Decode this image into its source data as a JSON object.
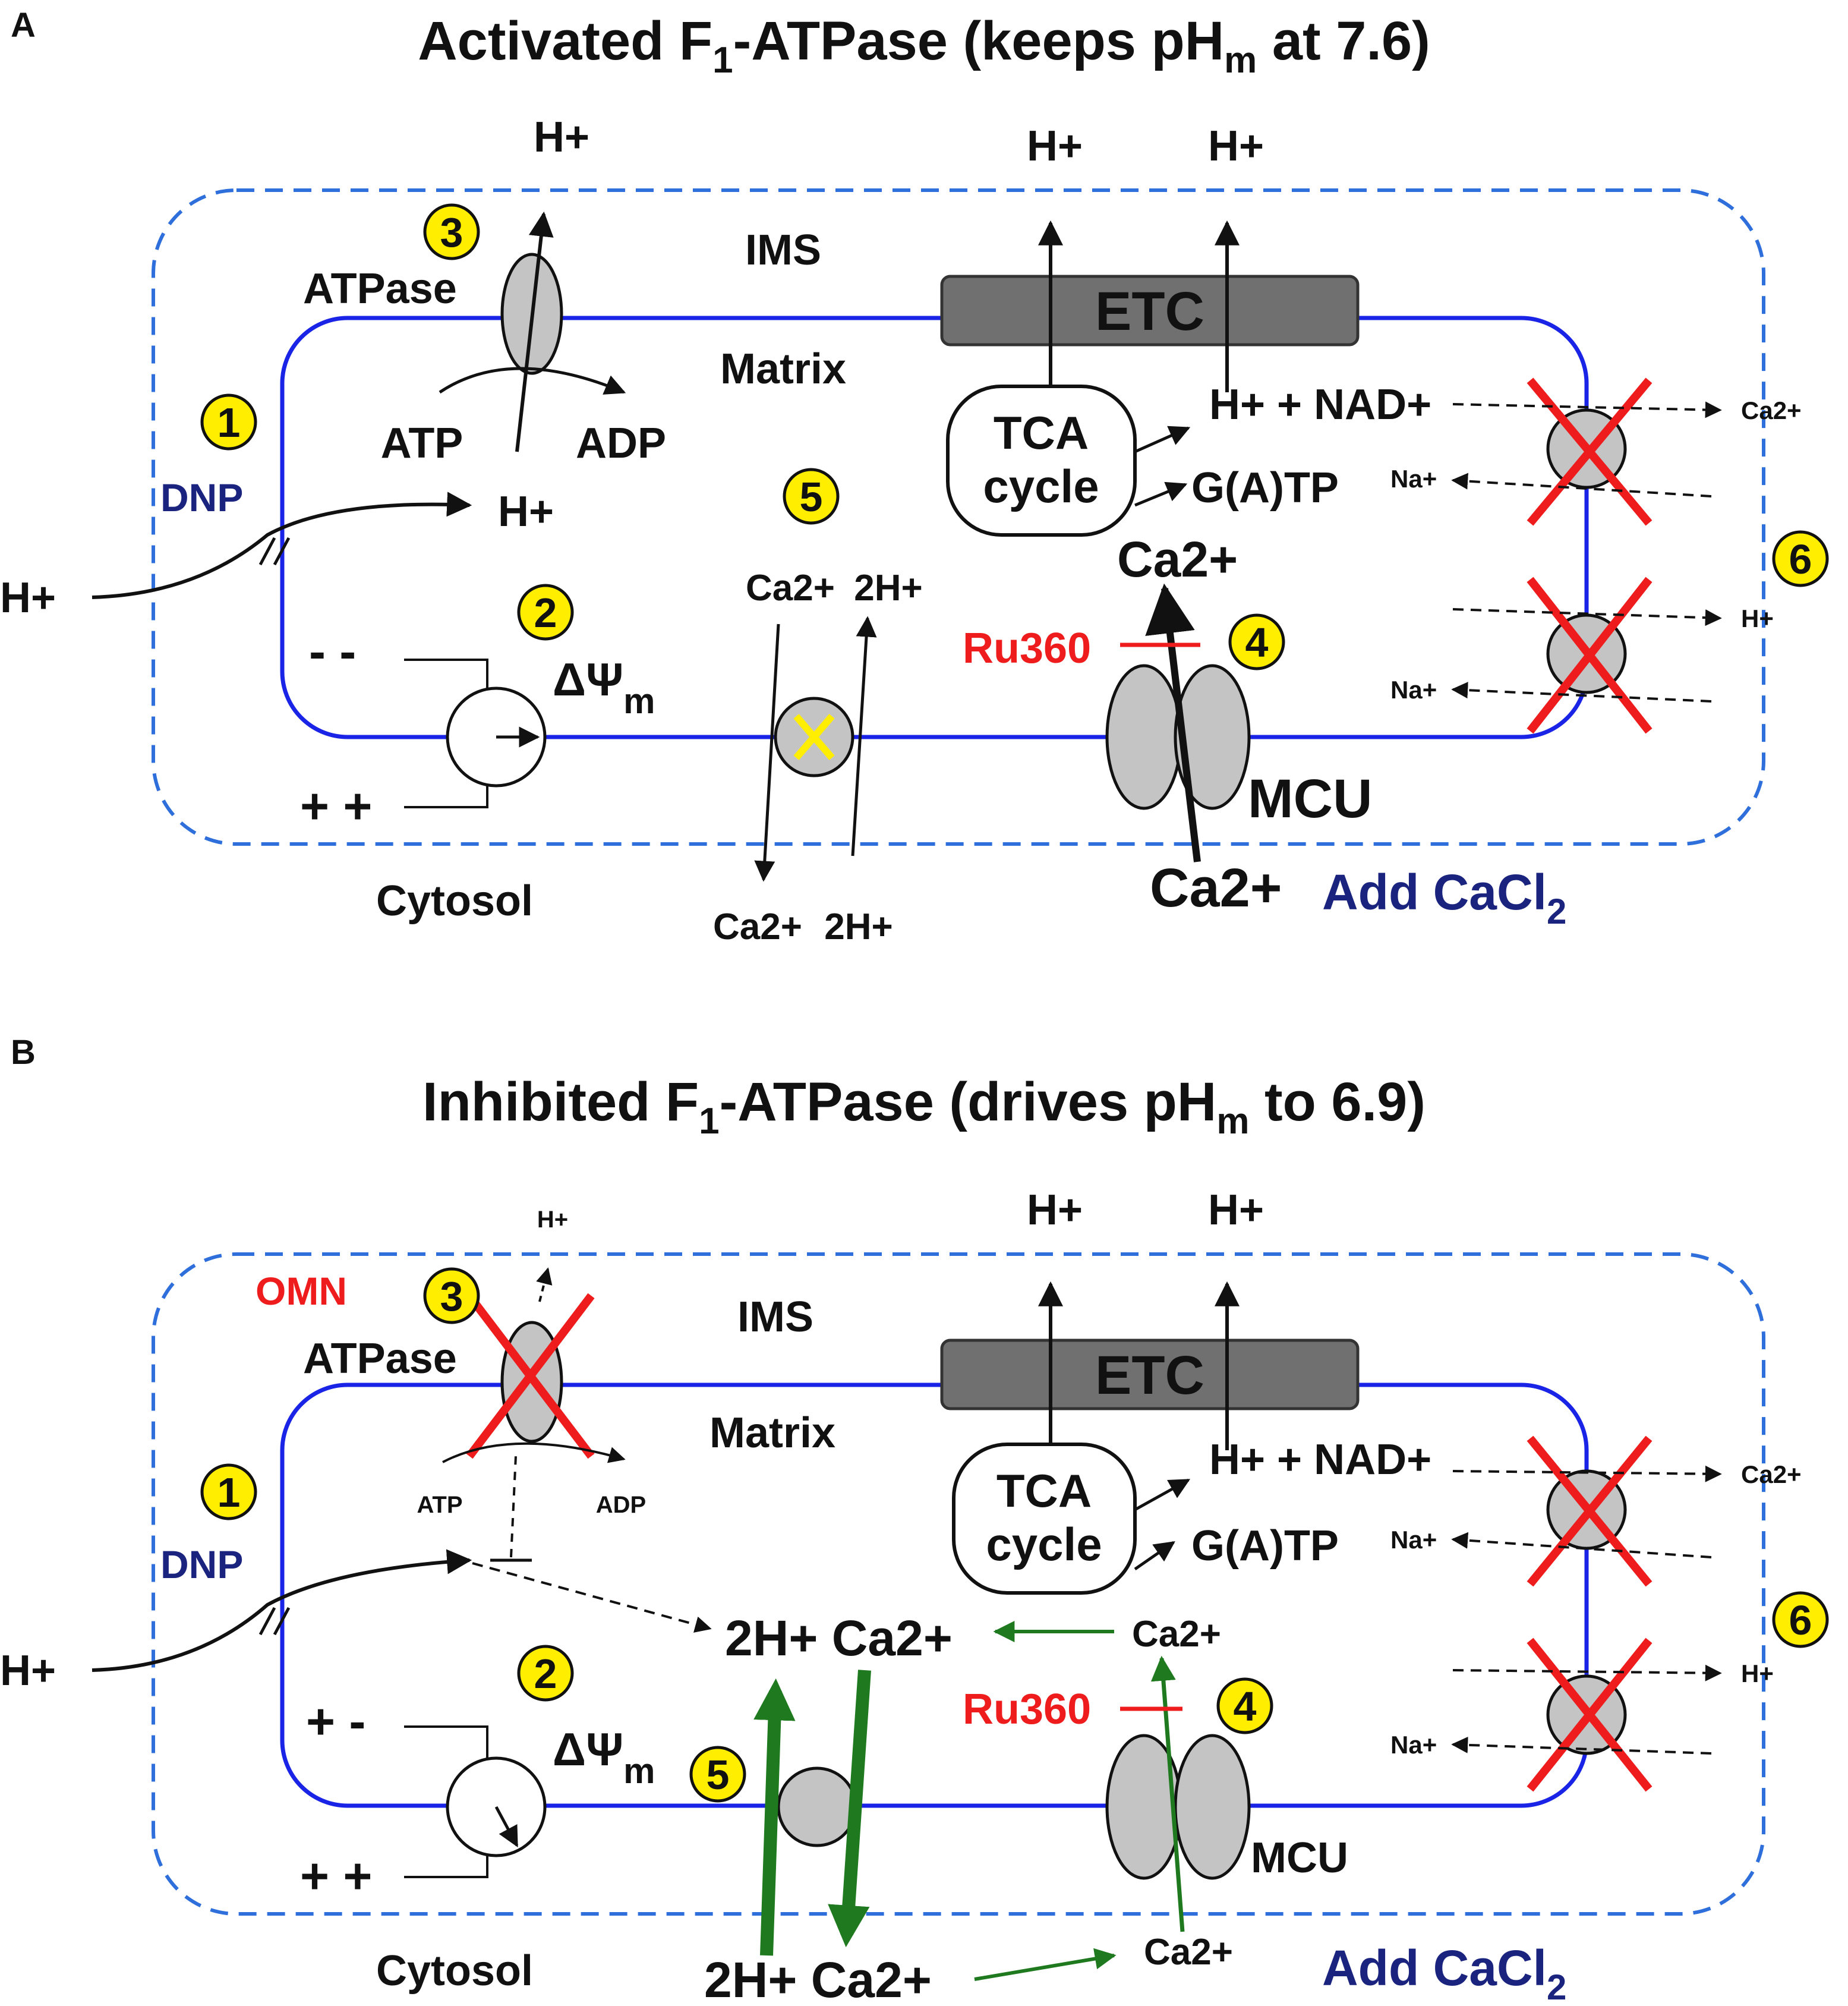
{
  "colors": {
    "membrane": "#1a24e6",
    "outer_dashed": "#2f6fdc",
    "red": "#ee1c1c",
    "navy": "#1a237e",
    "badge": "#ffee00",
    "green": "#1f7a1f",
    "gray_protein": "#c4c4c4",
    "etc_fill": "#707070"
  },
  "panel_a": {
    "letter": "A",
    "title_main": "Activated F",
    "title_sub1": "1",
    "title_mid": "-ATPase (keeps pH",
    "title_sub2": "m",
    "title_end": " at 7.6)",
    "ims": "IMS",
    "matrix": "Matrix",
    "cytosol": "Cytosol",
    "etc": "ETC",
    "atpase": "ATPase",
    "atp": "ATP",
    "adp": "ADP",
    "dnp": "DNP",
    "h_plus": "H+",
    "h_plus_top": "H+",
    "h_plus_etc1": "H+",
    "h_plus_etc2": "H+",
    "h_plus_matrix": "H+",
    "tca_line1": "TCA",
    "tca_line2": "cycle",
    "nadh": "H+ + NAD+",
    "gatp": "G(A)TP",
    "ca_right": "Ca2+",
    "na_right1": "Na+",
    "h_right": "H+",
    "na_right2": "Na+",
    "ru360": "Ru360",
    "mcu": "MCU",
    "ca_mcu_matrix": "Ca2+",
    "ca_mcu_cytosol": "Ca2+",
    "add_cacl2": "Add CaCl",
    "add_cacl2_sub": "2",
    "delta_psi": "ΔΨ",
    "delta_psi_sub": "m",
    "minus_signs": "- -",
    "plus_signs": "+ +",
    "exchanger_ca_top": "Ca2+",
    "exchanger_2h_top": "2H+",
    "exchanger_ca_bottom": "Ca2+",
    "exchanger_2h_bottom": "2H+",
    "badges": [
      "1",
      "2",
      "3",
      "4",
      "5",
      "6"
    ]
  },
  "panel_b": {
    "letter": "B",
    "title_main": "Inhibited F",
    "title_sub1": "1",
    "title_mid": "-ATPase (drives pH",
    "title_sub2": "m",
    "title_end": " to 6.9)",
    "ims": "IMS",
    "matrix": "Matrix",
    "cytosol": "Cytosol",
    "etc": "ETC",
    "atpase": "ATPase",
    "omn": "OMN",
    "atp": "ATP",
    "adp": "ADP",
    "dnp": "DNP",
    "h_plus": "H+",
    "h_plus_top": "H+",
    "h_plus_etc1": "H+",
    "h_plus_etc2": "H+",
    "tca_line1": "TCA",
    "tca_line2": "cycle",
    "nadh": "H+ + NAD+",
    "gatp": "G(A)TP",
    "ca_right": "Ca2+",
    "na_right1": "Na+",
    "h_right": "H+",
    "na_right2": "Na+",
    "ru360": "Ru360",
    "mcu": "MCU",
    "matrix_2h_ca": "2H+ Ca2+",
    "matrix_ca_right": "Ca2+",
    "cytosol_2h_ca": "2H+ Ca2+",
    "cytosol_ca_right": "Ca2+",
    "add_cacl2": "Add CaCl",
    "add_cacl2_sub": "2",
    "delta_psi": "ΔΨ",
    "delta_psi_sub": "m",
    "minus_signs": "+ -",
    "plus_signs": "+ +",
    "badges": [
      "1",
      "2",
      "3",
      "4",
      "5",
      "6"
    ]
  }
}
